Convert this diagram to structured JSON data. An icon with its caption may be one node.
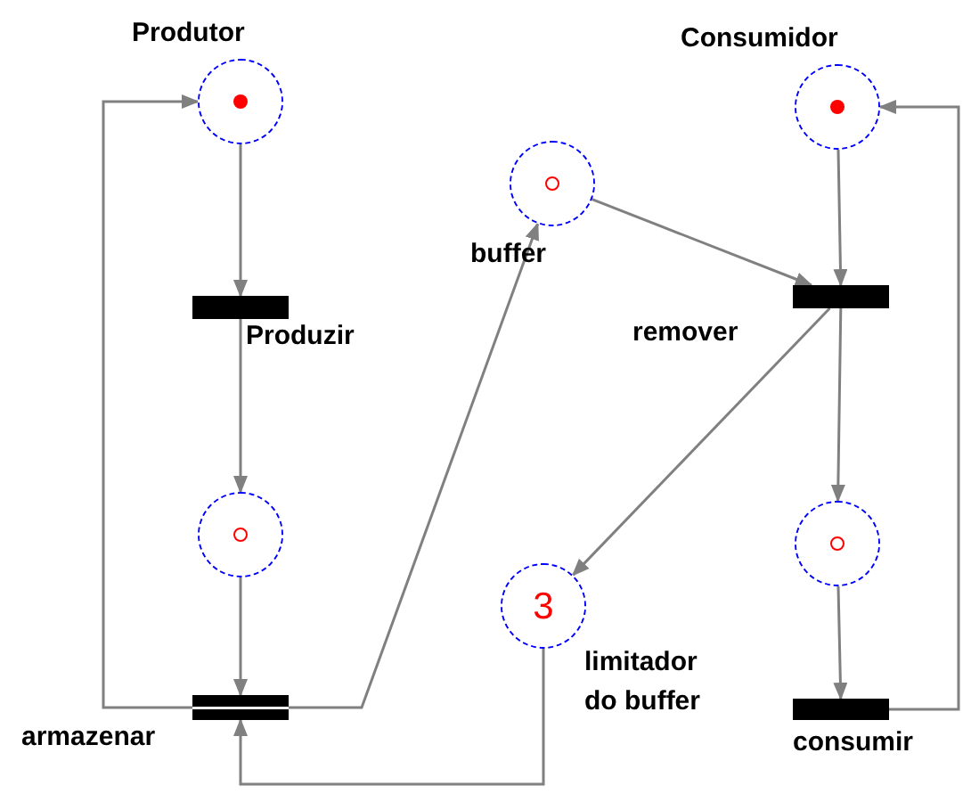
{
  "diagram": {
    "nodes": [
      {
        "text": [
          "Produtor"
        ]
      },
      {
        "text": [
          "Produzir"
        ]
      },
      {
        "text": [],
        "shape": "circle"
      },
      {
        "text": [
          "armazenar"
        ]
      },
      {
        "text": [
          "buffer"
        ]
      },
      {
        "text": [
          "remover"
        ]
      },
      {
        "text": [
          "3"
        ],
        "beside": [
          "limitador do buffer"
        ]
      },
      {
        "text": [
          "Consumidor"
        ]
      },
      {
        "text": [],
        "shape": "circle"
      },
      {
        "text": [
          "consumir"
        ]
      }
    ],
    "edges": [
      {
        "from": 0,
        "to": 1,
        "arrow": "to"
      },
      {
        "from": 1,
        "to": 2,
        "arrow": "to"
      },
      {
        "from": 2,
        "to": 3,
        "arrow": "to"
      },
      {
        "from": 3,
        "to": 0,
        "arrow": "to"
      },
      {
        "from": 3,
        "to": 4,
        "arrow": "to"
      },
      {
        "from": 4,
        "to": 5,
        "arrow": "to"
      },
      {
        "from": 7,
        "to": 5,
        "arrow": "to"
      },
      {
        "from": 5,
        "to": 6,
        "arrow": "to"
      },
      {
        "from": 5,
        "to": 8,
        "arrow": "to"
      },
      {
        "from": 8,
        "to": 9,
        "arrow": "to"
      },
      {
        "from": 9,
        "to": 7,
        "arrow": "to"
      },
      {
        "from": 6,
        "to": 3,
        "arrow": "to"
      }
    ]
  }
}
